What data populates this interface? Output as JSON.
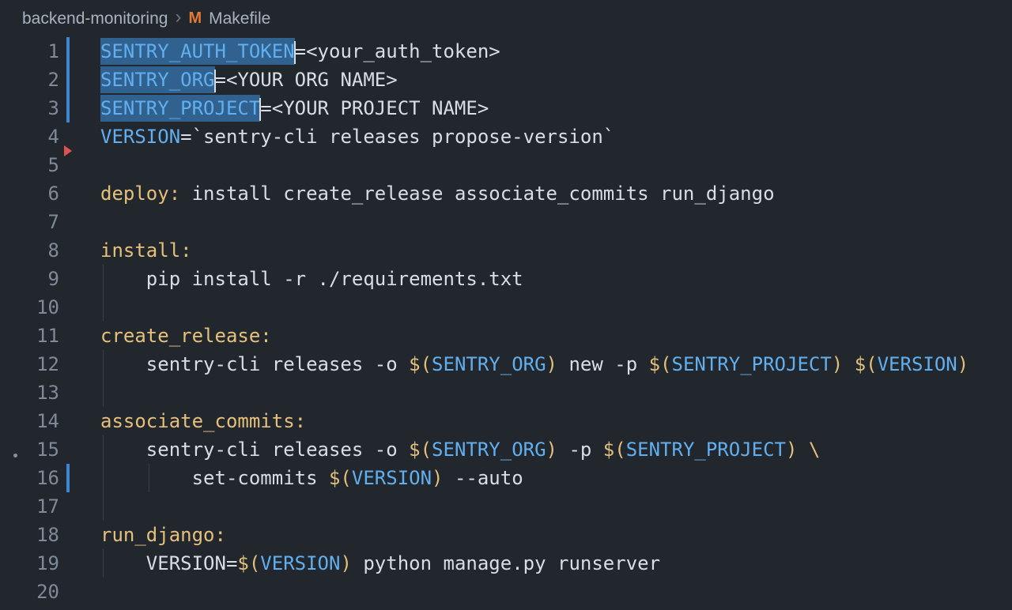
{
  "breadcrumb": {
    "folder": "backend-monitoring",
    "separator": "›",
    "file_icon_letter": "M",
    "file": "Makefile"
  },
  "colors": {
    "background": "#22272e",
    "plain_text": "#d8dde6",
    "variable_blue": "#61afef",
    "target_yellow": "#e5c07b",
    "operator_yellow": "#e2c07b",
    "line_number_gray": "#7f8a99",
    "selection_blue": "#31618f",
    "modified_bar_blue": "#3f86d2",
    "deleted_marker_red": "#e05252",
    "breadcrumb_icon_orange": "#e37933",
    "indent_guide": "#3a404b"
  },
  "editor": {
    "lines": [
      {
        "n": 1,
        "mod": true,
        "guides": [],
        "tokens": [
          {
            "type": "variable",
            "text": "SENTRY_AUTH_TOKEN",
            "selected": true,
            "cursor": true
          },
          {
            "type": "plain",
            "text": "=<your_auth_token>"
          }
        ]
      },
      {
        "n": 2,
        "mod": true,
        "guides": [],
        "tokens": [
          {
            "type": "variable",
            "text": "SENTRY_ORG",
            "selected": true,
            "cursor": true
          },
          {
            "type": "plain",
            "text": "=<YOUR ORG NAME>"
          }
        ]
      },
      {
        "n": 3,
        "mod": true,
        "guides": [],
        "tokens": [
          {
            "type": "variable",
            "text": "SENTRY_PROJECT",
            "selected": true,
            "cursor": true
          },
          {
            "type": "plain",
            "text": "=<YOUR PROJECT NAME>"
          }
        ]
      },
      {
        "n": 4,
        "mod": false,
        "guides": [],
        "tokens": [
          {
            "type": "variable",
            "text": "VERSION"
          },
          {
            "type": "plain",
            "text": "=`sentry-cli releases propose-version`"
          }
        ]
      },
      {
        "n": 5,
        "mod": false,
        "guides": [],
        "tokens": []
      },
      {
        "n": 6,
        "mod": false,
        "guides": [],
        "tokens": [
          {
            "type": "target",
            "text": "deploy:"
          },
          {
            "type": "plain",
            "text": " install create_release associate_commits run_django"
          }
        ]
      },
      {
        "n": 7,
        "mod": false,
        "guides": [],
        "tokens": []
      },
      {
        "n": 8,
        "mod": false,
        "guides": [],
        "tokens": [
          {
            "type": "target",
            "text": "install:"
          }
        ]
      },
      {
        "n": 9,
        "mod": false,
        "guides": [
          0
        ],
        "tokens": [
          {
            "type": "plain",
            "text": "    pip install -r ./requirements.txt"
          }
        ]
      },
      {
        "n": 10,
        "mod": false,
        "guides": [
          0
        ],
        "tokens": []
      },
      {
        "n": 11,
        "mod": false,
        "guides": [],
        "tokens": [
          {
            "type": "target",
            "text": "create_release:"
          }
        ]
      },
      {
        "n": 12,
        "mod": false,
        "guides": [
          0
        ],
        "tokens": [
          {
            "type": "plain",
            "text": "    sentry-cli releases -o "
          },
          {
            "type": "op",
            "text": "$("
          },
          {
            "type": "variable",
            "text": "SENTRY_ORG"
          },
          {
            "type": "op",
            "text": ")"
          },
          {
            "type": "plain",
            "text": " new -p "
          },
          {
            "type": "op",
            "text": "$("
          },
          {
            "type": "variable",
            "text": "SENTRY_PROJECT"
          },
          {
            "type": "op",
            "text": ")"
          },
          {
            "type": "plain",
            "text": " "
          },
          {
            "type": "op",
            "text": "$("
          },
          {
            "type": "variable",
            "text": "VERSION"
          },
          {
            "type": "op",
            "text": ")"
          }
        ]
      },
      {
        "n": 13,
        "mod": false,
        "guides": [
          0
        ],
        "tokens": []
      },
      {
        "n": 14,
        "mod": false,
        "guides": [],
        "tokens": [
          {
            "type": "target",
            "text": "associate_commits:"
          }
        ]
      },
      {
        "n": 15,
        "mod": false,
        "guides": [
          0
        ],
        "tokens": [
          {
            "type": "plain",
            "text": "    sentry-cli releases -o "
          },
          {
            "type": "op",
            "text": "$("
          },
          {
            "type": "variable",
            "text": "SENTRY_ORG"
          },
          {
            "type": "op",
            "text": ")"
          },
          {
            "type": "plain",
            "text": " -p "
          },
          {
            "type": "op",
            "text": "$("
          },
          {
            "type": "variable",
            "text": "SENTRY_PROJECT"
          },
          {
            "type": "op",
            "text": ")"
          },
          {
            "type": "plain",
            "text": " "
          },
          {
            "type": "op",
            "text": "\\"
          }
        ]
      },
      {
        "n": 16,
        "mod": true,
        "guides": [
          0,
          1
        ],
        "tokens": [
          {
            "type": "plain",
            "text": "        set-commits "
          },
          {
            "type": "op",
            "text": "$("
          },
          {
            "type": "variable",
            "text": "VERSION"
          },
          {
            "type": "op",
            "text": ")"
          },
          {
            "type": "plain",
            "text": " --auto"
          }
        ]
      },
      {
        "n": 17,
        "mod": false,
        "guides": [
          0
        ],
        "tokens": []
      },
      {
        "n": 18,
        "mod": false,
        "guides": [],
        "tokens": [
          {
            "type": "target",
            "text": "run_django:"
          }
        ]
      },
      {
        "n": 19,
        "mod": false,
        "guides": [
          0
        ],
        "tokens": [
          {
            "type": "plain",
            "text": "    VERSION="
          },
          {
            "type": "op",
            "text": "$("
          },
          {
            "type": "variable",
            "text": "VERSION"
          },
          {
            "type": "op",
            "text": ")"
          },
          {
            "type": "plain",
            "text": " python manage.py runserver"
          }
        ]
      },
      {
        "n": 20,
        "mod": false,
        "guides": [],
        "tokens": []
      }
    ]
  }
}
